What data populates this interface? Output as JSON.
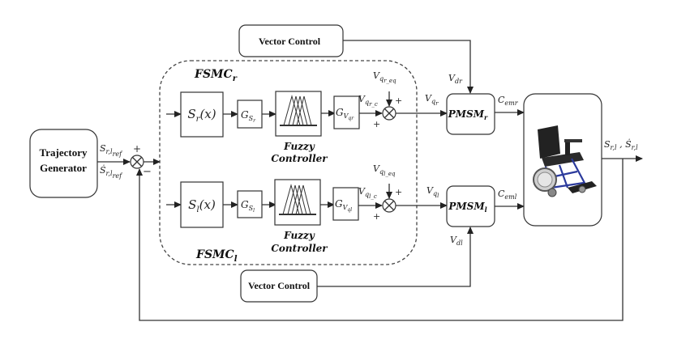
{
  "diagram": {
    "type": "control-block-diagram",
    "blocks": {
      "trajectory_generator": {
        "line1": "Trajectory",
        "line2": "Generator"
      },
      "vector_control_top": "Vector Control",
      "vector_control_bottom": "Vector Control",
      "fsmc_r_title": {
        "main": "FSMC",
        "sub": "r"
      },
      "fsmc_l_title": {
        "main": "FSMC",
        "sub": "l"
      },
      "sliding_r": {
        "main": "S",
        "sub": "r",
        "arg": "(x)"
      },
      "sliding_l": {
        "main": "S",
        "sub": "l",
        "arg": "(x)"
      },
      "gain_s_r": {
        "main": "G",
        "sub": "S",
        "subsub": "r"
      },
      "gain_s_l": {
        "main": "G",
        "sub": "S",
        "subsub": "l"
      },
      "gain_v_r": {
        "main": "G",
        "sub": "V",
        "subsub": "qr"
      },
      "gain_v_l": {
        "main": "G",
        "sub": "V",
        "subsub": "ql"
      },
      "fuzzy_r": {
        "line1": "Fuzzy",
        "line2": "Controller"
      },
      "fuzzy_l": {
        "line1": "Fuzzy",
        "line2": "Controller"
      },
      "pmsm_r": {
        "main": "PMSM",
        "sub": "r"
      },
      "pmsm_l": {
        "main": "PMSM",
        "sub": "l"
      },
      "plant": "wheelchair-image"
    },
    "signals": {
      "s_ref": {
        "main": "S",
        "sub": "r,l",
        "subsub": "ref"
      },
      "s_dot_ref": {
        "main": "Ṡ",
        "sub": "r,l",
        "subsub": "ref"
      },
      "sum_main_plus": "+",
      "sum_main_minus": "−",
      "vq_r_eq": {
        "main": "V",
        "sub": "q",
        "subsub": "r_eq"
      },
      "vq_r_c": {
        "main": "V",
        "sub": "q",
        "subsub": "r_c"
      },
      "vq_l_eq": {
        "main": "V",
        "sub": "q",
        "subsub": "l_eq"
      },
      "vq_l_c": {
        "main": "V",
        "sub": "q",
        "subsub": "l_c"
      },
      "sum_plus": "+",
      "vq_r": {
        "main": "V",
        "sub": "q",
        "subsub": "r"
      },
      "vq_l": {
        "main": "V",
        "sub": "q",
        "subsub": "l"
      },
      "vd_r": {
        "main": "V",
        "sub": "dr"
      },
      "vd_l": {
        "main": "V",
        "sub": "dl"
      },
      "cem_r": {
        "main": "C",
        "sub": "emr"
      },
      "cem_l": {
        "main": "C",
        "sub": "eml"
      },
      "output": {
        "text1": "S",
        "sub1": "r,l",
        "sep": " , ",
        "text2": "Ṡ",
        "sub2": "r,l"
      }
    }
  }
}
